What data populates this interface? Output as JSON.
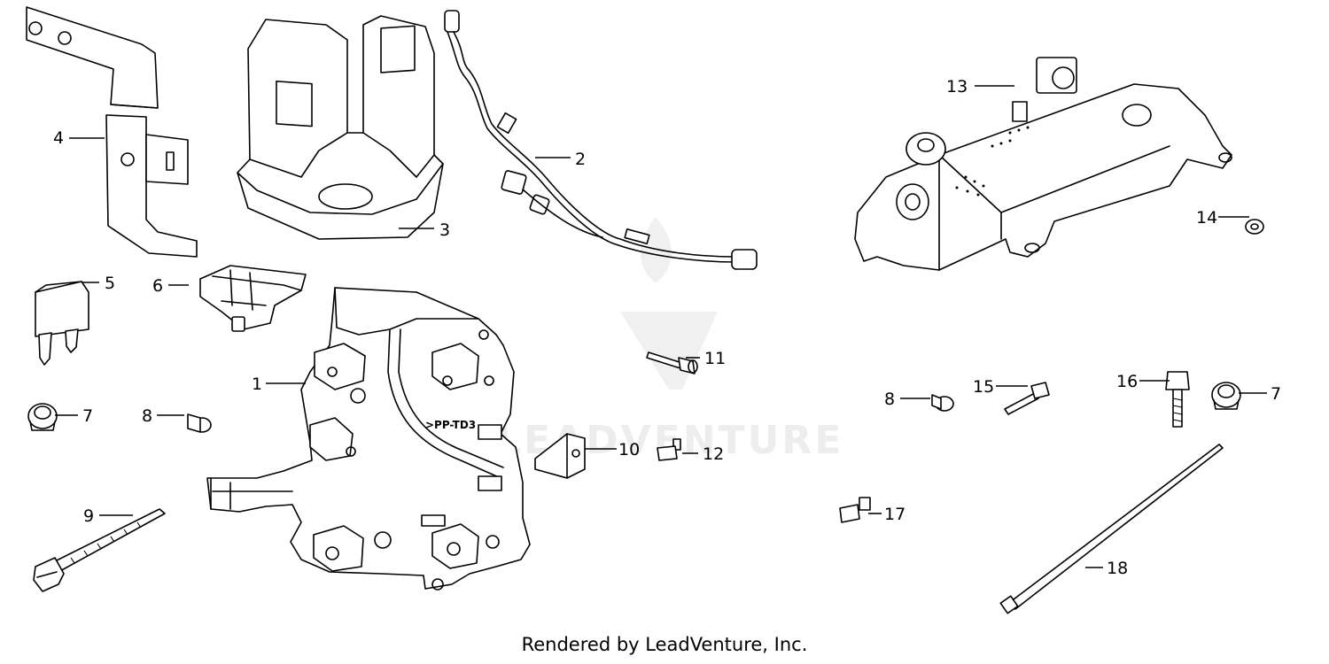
{
  "diagram": {
    "callouts": [
      "1",
      "2",
      "3",
      "4",
      "5",
      "6",
      "7",
      "8",
      "9",
      "10",
      "11",
      "12",
      "13",
      "14",
      "15",
      "16",
      "17",
      "18",
      "8",
      "7"
    ],
    "panel_marking": ">PP-TD3",
    "watermark_text": "LEADVENTURE",
    "footer": "Rendered by LeadVenture, Inc."
  }
}
